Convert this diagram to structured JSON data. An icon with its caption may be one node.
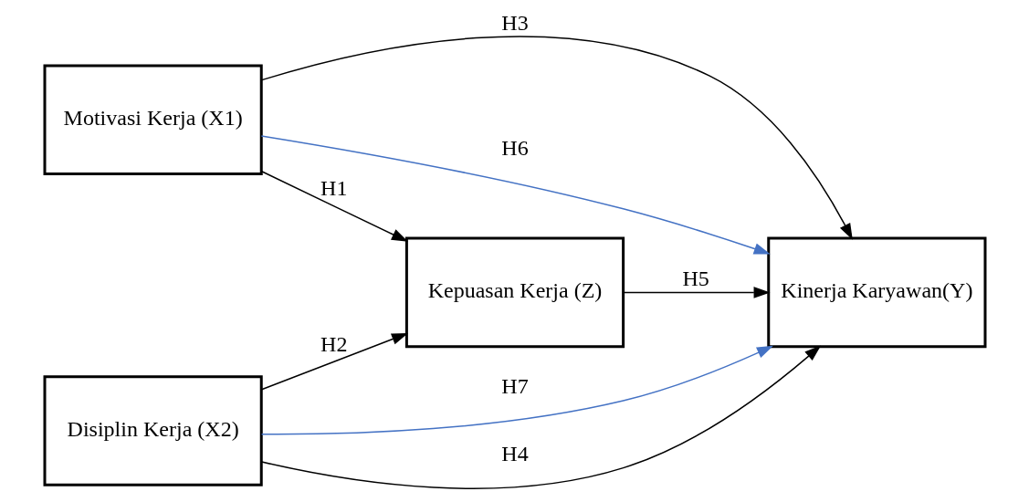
{
  "diagram": {
    "nodes": [
      {
        "text": [
          "Motivasi Kerja (X1)"
        ]
      },
      {
        "text": [
          "Kepuasan Kerja (Z)"
        ]
      },
      {
        "text": [
          "Kinerja Karyawan(Y)"
        ]
      },
      {
        "text": [
          "Disiplin Kerja (X2)"
        ]
      }
    ],
    "edges": [
      {
        "from": 0,
        "to": 2,
        "arrow": "to",
        "label": "H3"
      },
      {
        "from": 0,
        "to": 2,
        "arrow": "to",
        "color": "#4472c4",
        "label": "H6"
      },
      {
        "from": 0,
        "to": 1,
        "arrow": "to",
        "label": "H1"
      },
      {
        "from": 3,
        "to": 1,
        "arrow": "to",
        "label": "H2"
      },
      {
        "from": 1,
        "to": 2,
        "arrow": "to",
        "label": "H5"
      },
      {
        "from": 3,
        "to": 2,
        "arrow": "to",
        "color": "#4472c4",
        "label": "H7"
      },
      {
        "from": 3,
        "to": 2,
        "arrow": "to",
        "label": "H4"
      }
    ]
  }
}
